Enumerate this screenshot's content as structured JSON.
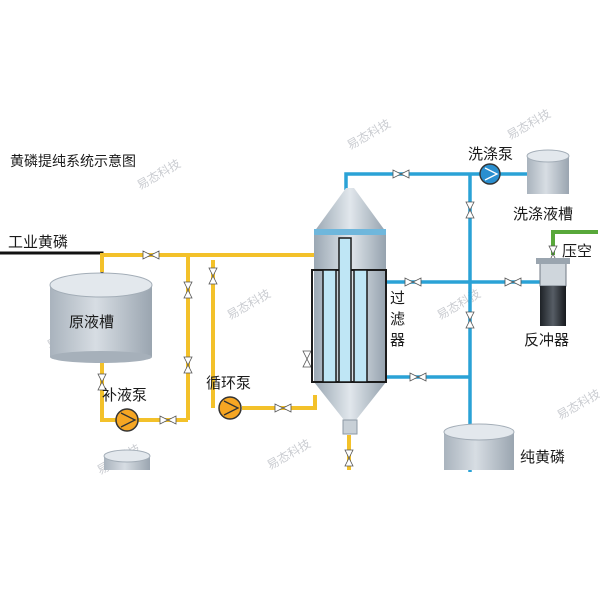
{
  "title": "黄磷提纯系统示意图",
  "labels": {
    "industrial_phosphorus": "工业黄磷",
    "raw_tank": "原液槽",
    "makeup_pump": "补液泵",
    "circulation_pump": "循环泵",
    "filter": [
      "过",
      "滤",
      "器"
    ],
    "wash_pump": "洗涤泵",
    "wash_tank": "洗涤液槽",
    "compressed_air": "压空",
    "backflush": "反冲器",
    "pure_phosphorus": "纯黄磷"
  },
  "watermark": "易态科技",
  "colors": {
    "yellow_line": "#f3c12a",
    "blue_line": "#2aa2d6",
    "green_line": "#58a83a",
    "tank_top": "#dfe4ea",
    "tank_body": "#bcc4cd",
    "pump_fill": "#f6a623",
    "blue_pump": "#2a8fd0"
  }
}
